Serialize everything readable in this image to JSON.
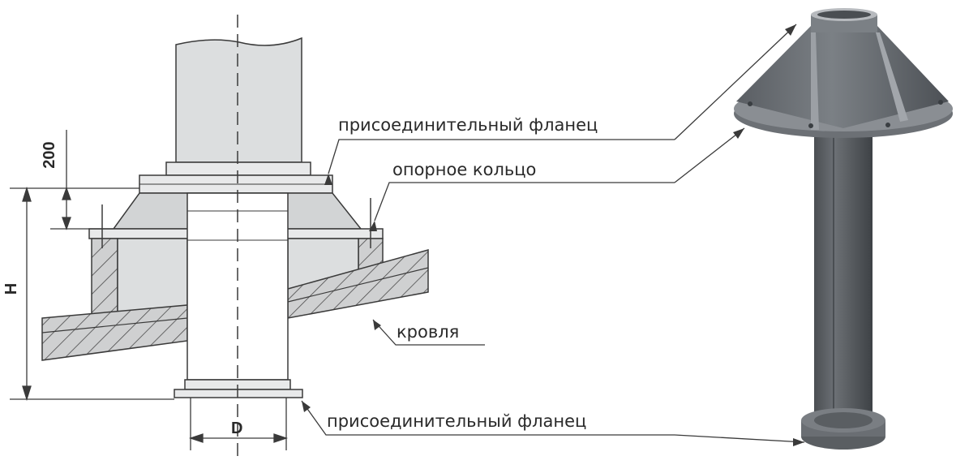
{
  "labels": {
    "flange_top": "присоединительный фланец",
    "support_ring": "опорное кольцо",
    "roof": "кровля",
    "flange_bottom": "присоединительный фланец"
  },
  "dimensions": {
    "height_200": "200",
    "height_H": "H",
    "diameter_D": "D"
  },
  "colors": {
    "fill_light": "#dedfe0",
    "fill_mid": "#cfd1d2",
    "line": "#3a3a3a",
    "metal_dark": "#55595d",
    "metal_mid": "#6d7176",
    "metal_light": "#8d9196"
  }
}
